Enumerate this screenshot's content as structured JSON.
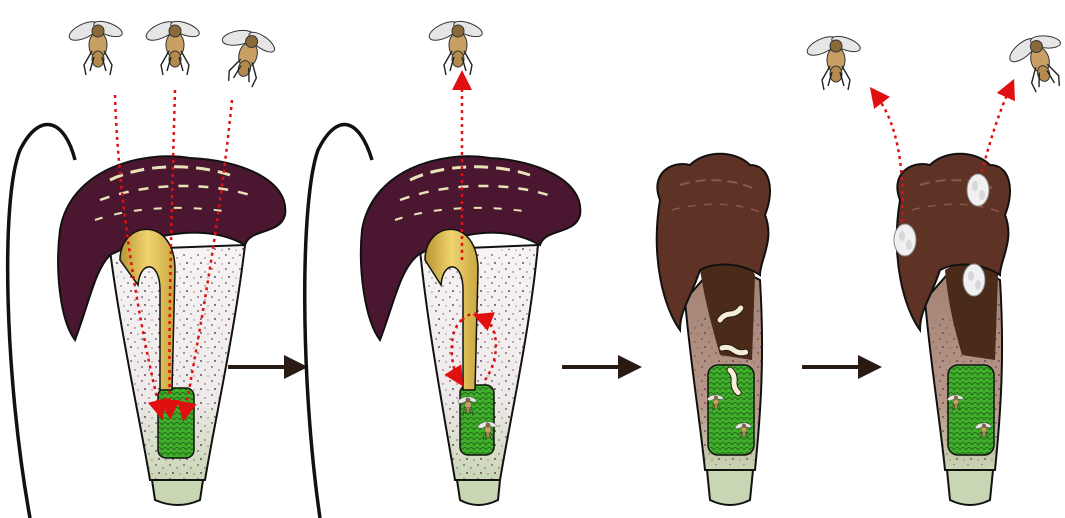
{
  "diagram": {
    "panels": [
      {
        "id": "stage-1"
      },
      {
        "id": "stage-2"
      },
      {
        "id": "stage-3"
      },
      {
        "id": "stage-4"
      }
    ],
    "colors": {
      "spathe_purple": "#4a1630",
      "spathe_dark": "#2e0c1e",
      "stripe_cream": "#e8e4b8",
      "spadix_yellow": "#e8c95a",
      "spadix_shade": "#b89530",
      "tube_white": "#f4f2f0",
      "speckle": "#5a2a48",
      "flower_green": "#3fae2a",
      "flower_line": "#1f5a14",
      "base_green": "#c9d6b4",
      "rot_brown": "#5e3224",
      "rot_tube": "#a98a78",
      "interior_dark": "#4a2a18",
      "path_red": "#e01010",
      "arrow_dark": "#2a1a14",
      "outline": "#111111",
      "fly_body": "#c9a063",
      "fly_wing": "#e6e6e6",
      "larva": "#f4edd8",
      "pupa_white": "#f0f0f0"
    },
    "icons": [
      "fly-icon",
      "larva-icon",
      "pupa-cluster-icon",
      "right-arrow-icon"
    ]
  }
}
